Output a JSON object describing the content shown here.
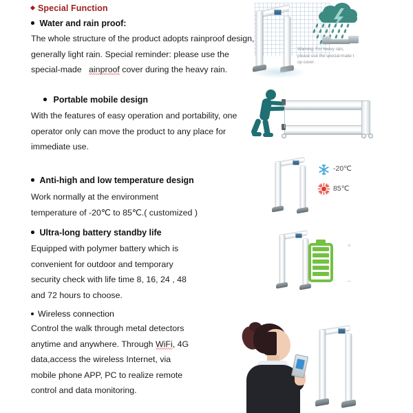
{
  "document": {
    "title": "Special Function",
    "accent_red": "#a02020",
    "teal": "#1f6f73",
    "battery_green": "#74c043",
    "snow_blue": "#4aa8e0",
    "sun_red": "#e23b2e"
  },
  "header": {
    "label": "Special Function"
  },
  "sections": [
    {
      "id": "water",
      "title": "Water and rain proof:",
      "lines": [
        "The whole structure of the product adopts rainproof design,",
        "generally light rain. Special reminder: please use the",
        "special-made"
      ],
      "line3_misspelled": "ainproof",
      "line3_tail": "cover during the heavy rain."
    },
    {
      "id": "portable",
      "title": "Portable mobile design",
      "lines": [
        "With the features of easy operation and portability, one",
        "operator only can move the product to any place for",
        "immediate use."
      ]
    },
    {
      "id": "temperature",
      "title": "Anti-high and low temperature design",
      "lines": [
        "Work normally at the environment",
        "temperature of -20℃  to 85℃.( customized )"
      ]
    },
    {
      "id": "battery",
      "title": "Ultra-long battery standby life",
      "lines": [
        "Equipped with polymer battery which is",
        "convenient for outdoor and temporary",
        "security check with life time 8, 16, 24 , 48",
        "and 72 hours to choose."
      ]
    },
    {
      "id": "wireless",
      "title": "Wireless connection",
      "lines_before": [
        "Control the walk through metal detectors",
        "anytime and anywhere. Through "
      ],
      "misspelled": "WiFi",
      "lines_after": [
        ", 4G",
        " data,access the wireless Internet, via",
        "mobile phone APP, PC to realize remote",
        "control and data monitoring."
      ]
    }
  ],
  "figures": {
    "rain_warning": {
      "lines": [
        "Warning:  For heavy rain,",
        "please use the special-made t",
        "op cover."
      ]
    },
    "temperature_badges": [
      {
        "icon": "snowflake-icon",
        "value": "-20℃"
      },
      {
        "icon": "sun-icon",
        "value": "85℃"
      }
    ],
    "battery_badge": {
      "plus": "+",
      "minus": "−",
      "cells": 5
    }
  }
}
